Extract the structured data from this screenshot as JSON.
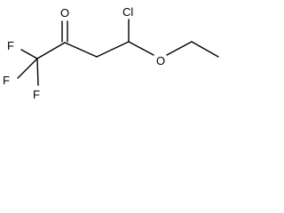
{
  "molecule": {
    "atoms": {
      "f_top": "F",
      "f_left": "F",
      "f_bottom": "F",
      "o_carbonyl": "O",
      "cl": "Cl",
      "o_ether": "O"
    }
  }
}
